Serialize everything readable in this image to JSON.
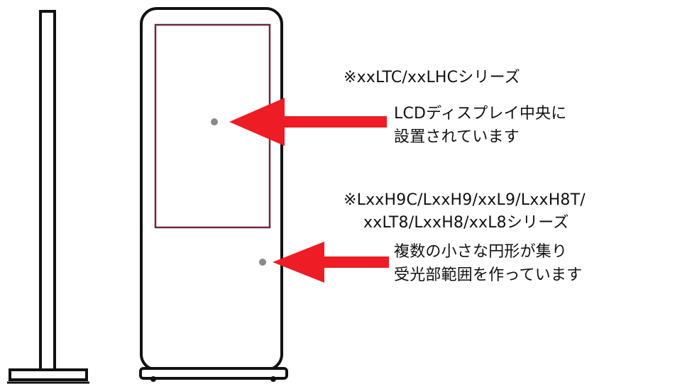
{
  "diagram": {
    "annotation_1": {
      "series_label": "※xxLTC/xxLHCシリーズ",
      "line1": "LCDディスプレイ中央に",
      "line2": "設置されています"
    },
    "annotation_2": {
      "series_line1": "※LxxH9C/LxxH9/xxL9/LxxH8T/",
      "series_line2": "xxLT8/LxxH8/xxL8シリーズ",
      "line1": "複数の小さな円形が集り",
      "line2": "受光部範囲を作っています"
    },
    "colors": {
      "arrow": "#ee1c24",
      "outline": "#111111",
      "screen_border": "#6b2a40",
      "sensor_dot": "#8a8a8a"
    }
  }
}
